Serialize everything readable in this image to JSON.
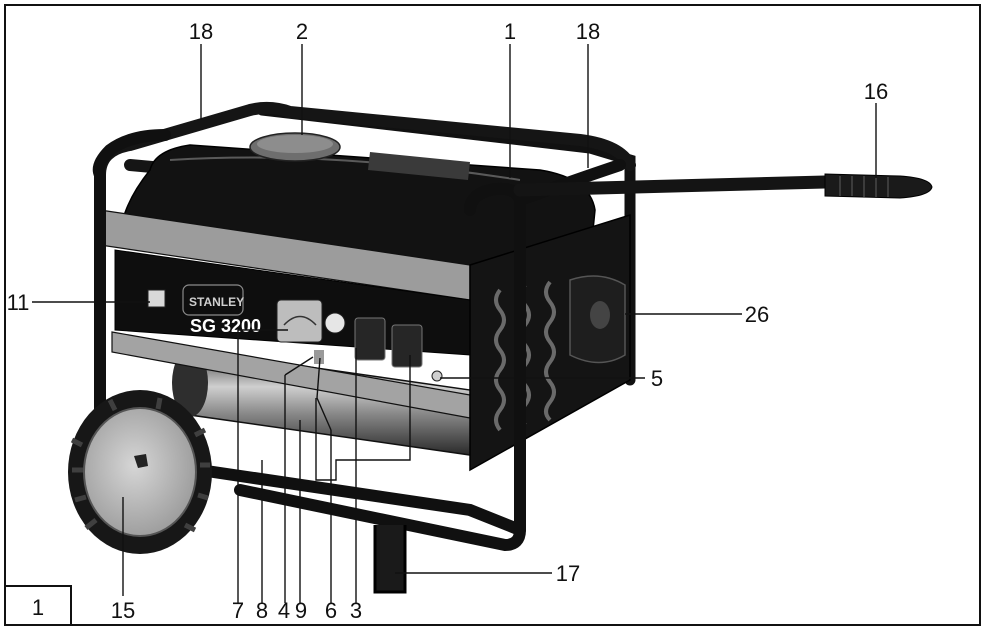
{
  "figure": {
    "number": "1",
    "product_logo": "STANLEY",
    "model_label": "SG 3200",
    "callouts": {
      "c18_left": "18",
      "c2": "2",
      "c1": "1",
      "c18_right": "18",
      "c16": "16",
      "c11": "11",
      "c26": "26",
      "c5": "5",
      "c17": "17",
      "c15": "15",
      "c7": "7",
      "c8": "8",
      "c4": "4",
      "c9": "9",
      "c6": "6",
      "c3": "3"
    }
  }
}
